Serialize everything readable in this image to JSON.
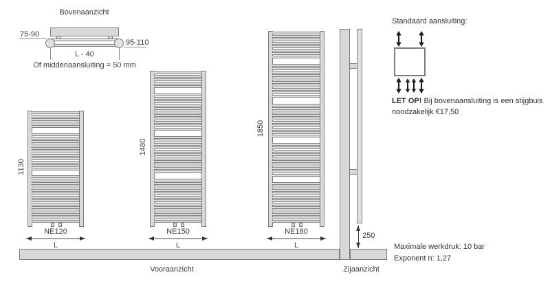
{
  "colors": {
    "fill": "#d8d8d8",
    "stroke": "#7c7c7c",
    "text": "#3a3a3a",
    "arrow": "#1c1c1c"
  },
  "top_view": {
    "title": "Bovenaanzicht",
    "dim_left": "75-90",
    "dim_right": "95-110",
    "dim_width": "L - 40",
    "note": "Of middenaansluiting = 50 mm"
  },
  "front_view": {
    "caption": "Vooraanzicht",
    "width_label": "L",
    "radiators": [
      {
        "model": "NE120",
        "height_mm": "1130",
        "width_label": "L",
        "rung_groups": [
          5,
          11,
          14
        ]
      },
      {
        "model": "NE150",
        "height_mm": "1480",
        "width_label": "L",
        "rung_groups": [
          5,
          11,
          11,
          13
        ]
      },
      {
        "model": "NE180",
        "height_mm": "1850",
        "width_label": "L",
        "rung_groups": [
          8,
          10,
          10,
          10,
          12
        ]
      }
    ]
  },
  "side_view": {
    "caption": "Zijaanzicht",
    "floor_clearance_mm": "250"
  },
  "connection": {
    "title": "Standaard aansluiting:",
    "warning_bold": "LET OP!",
    "warning_line1": "Bij bovenaansluiting is een stijgbuis",
    "warning_line2": "noodzakelijk €17,50"
  },
  "specs": {
    "max_pressure": "Maximale werkdruk: 10 bar",
    "exponent": "Exponent n: 1,27"
  }
}
